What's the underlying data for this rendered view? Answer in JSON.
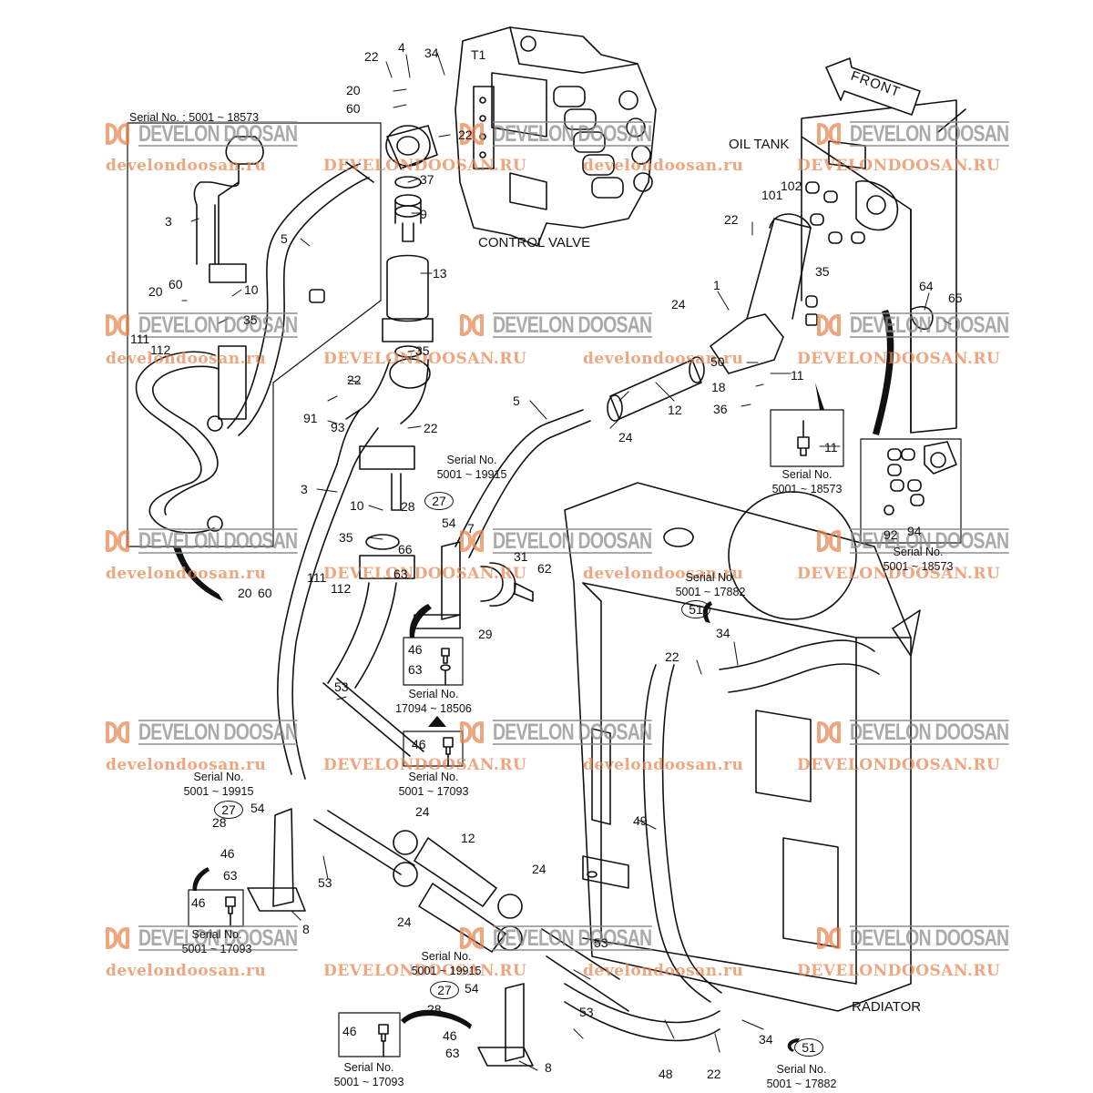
{
  "diagram": {
    "title_labels": {
      "control_valve": "CONTROL VALVE",
      "oil_tank": "OIL TANK",
      "radiator": "RADIATOR",
      "front_arrow": "FRONT",
      "t1_port": "T1"
    },
    "inset_top_left": {
      "heading": "Serial No. : 5001 ~ 18573"
    },
    "serial_notes": [
      {
        "id": "sn-center-top",
        "line1": "Serial No.",
        "line2": "5001 ~ 19915"
      },
      {
        "id": "sn-sensor-11",
        "line1": "Serial No.",
        "line2": "5001 ~ 18573"
      },
      {
        "id": "sn-tank-ports",
        "line1": "Serial No.",
        "line2": "5001 ~ 18573"
      },
      {
        "id": "sn-radiator-top",
        "line1": "Serial No.",
        "line2": "5001 ~ 17882"
      },
      {
        "id": "sn-bolt-box-a",
        "line1": "Serial No.",
        "line2": "17094 ~ 18506"
      },
      {
        "id": "sn-bolt-box-b",
        "line1": "Serial No.",
        "line2": "5001 ~ 17093"
      },
      {
        "id": "sn-left-mid",
        "line1": "Serial No.",
        "line2": "5001 ~ 19915"
      },
      {
        "id": "sn-left-box",
        "line1": "Serial No.",
        "line2": "5001 ~ 17093"
      },
      {
        "id": "sn-bottom-mid",
        "line1": "Serial No.",
        "line2": "5001 ~ 19915"
      },
      {
        "id": "sn-bottom-box",
        "line1": "Serial No.",
        "line2": "5001 ~ 17093"
      },
      {
        "id": "sn-radiator-bottom",
        "line1": "Serial No.",
        "line2": "5001 ~ 17882"
      }
    ],
    "part_callouts": [
      {
        "id": "p22a",
        "text": "22"
      },
      {
        "id": "p4",
        "text": "4"
      },
      {
        "id": "p34a",
        "text": "34"
      },
      {
        "id": "p20a",
        "text": "20"
      },
      {
        "id": "p60a",
        "text": "60"
      },
      {
        "id": "p22b",
        "text": "22"
      },
      {
        "id": "p37",
        "text": "37"
      },
      {
        "id": "p9",
        "text": "9"
      },
      {
        "id": "p13",
        "text": "13"
      },
      {
        "id": "p35a",
        "text": "35"
      },
      {
        "id": "p3a",
        "text": "3"
      },
      {
        "id": "p5a",
        "text": "5"
      },
      {
        "id": "p20b",
        "text": "20"
      },
      {
        "id": "p60b",
        "text": "60"
      },
      {
        "id": "p10a",
        "text": "10"
      },
      {
        "id": "p111a",
        "text": "111"
      },
      {
        "id": "p112a",
        "text": "112"
      },
      {
        "id": "p35b",
        "text": "35"
      },
      {
        "id": "p22c",
        "text": "22"
      },
      {
        "id": "p91",
        "text": "91"
      },
      {
        "id": "p93",
        "text": "93"
      },
      {
        "id": "p22d",
        "text": "22"
      },
      {
        "id": "p3b",
        "text": "3"
      },
      {
        "id": "p10b",
        "text": "10"
      },
      {
        "id": "p28a",
        "text": "28"
      },
      {
        "id": "p54a",
        "text": "54"
      },
      {
        "id": "p7",
        "text": "7"
      },
      {
        "id": "p35c",
        "text": "35"
      },
      {
        "id": "p66",
        "text": "66"
      },
      {
        "id": "p63a",
        "text": "63"
      },
      {
        "id": "p111b",
        "text": "111"
      },
      {
        "id": "p112b",
        "text": "112"
      },
      {
        "id": "p20c",
        "text": "20"
      },
      {
        "id": "p60c",
        "text": "60"
      },
      {
        "id": "p31",
        "text": "31"
      },
      {
        "id": "p62",
        "text": "62"
      },
      {
        "id": "p29",
        "text": "29"
      },
      {
        "id": "p46a",
        "text": "46"
      },
      {
        "id": "p63b",
        "text": "63"
      },
      {
        "id": "p46b",
        "text": "46"
      },
      {
        "id": "p53a",
        "text": "53"
      },
      {
        "id": "p5b",
        "text": "5"
      },
      {
        "id": "p24a",
        "text": "24"
      },
      {
        "id": "p12a",
        "text": "12"
      },
      {
        "id": "p24b",
        "text": "24"
      },
      {
        "id": "p1",
        "text": "1"
      },
      {
        "id": "p22e",
        "text": "22"
      },
      {
        "id": "p101",
        "text": "101"
      },
      {
        "id": "p102",
        "text": "102"
      },
      {
        "id": "p35d",
        "text": "35"
      },
      {
        "id": "p50",
        "text": "50"
      },
      {
        "id": "p18",
        "text": "18"
      },
      {
        "id": "p36",
        "text": "36"
      },
      {
        "id": "p11a",
        "text": "11"
      },
      {
        "id": "p11b",
        "text": "11"
      },
      {
        "id": "p64",
        "text": "64"
      },
      {
        "id": "p65",
        "text": "65"
      },
      {
        "id": "p92",
        "text": "92"
      },
      {
        "id": "p94",
        "text": "94"
      },
      {
        "id": "p34b",
        "text": "34"
      },
      {
        "id": "p22f",
        "text": "22"
      },
      {
        "id": "p49",
        "text": "49"
      },
      {
        "id": "p28b",
        "text": "28"
      },
      {
        "id": "p54b",
        "text": "54"
      },
      {
        "id": "p46c",
        "text": "46"
      },
      {
        "id": "p63c",
        "text": "63"
      },
      {
        "id": "p53b",
        "text": "53"
      },
      {
        "id": "p8a",
        "text": "8"
      },
      {
        "id": "p46d",
        "text": "46"
      },
      {
        "id": "p24c",
        "text": "24"
      },
      {
        "id": "p12b",
        "text": "12"
      },
      {
        "id": "p24d",
        "text": "24"
      },
      {
        "id": "p53c",
        "text": "53"
      },
      {
        "id": "p24e",
        "text": "24"
      },
      {
        "id": "p28c",
        "text": "28"
      },
      {
        "id": "p54c",
        "text": "54"
      },
      {
        "id": "p46e",
        "text": "46"
      },
      {
        "id": "p63d",
        "text": "63"
      },
      {
        "id": "p8b",
        "text": "8"
      },
      {
        "id": "p46f",
        "text": "46"
      },
      {
        "id": "p53d",
        "text": "53"
      },
      {
        "id": "p48",
        "text": "48"
      },
      {
        "id": "p22g",
        "text": "22"
      },
      {
        "id": "p34c",
        "text": "34"
      }
    ],
    "circled_callouts": [
      {
        "id": "c27a",
        "text": "27"
      },
      {
        "id": "c51a",
        "text": "51"
      },
      {
        "id": "c27b",
        "text": "27"
      },
      {
        "id": "c27c",
        "text": "27"
      },
      {
        "id": "c51b",
        "text": "51"
      }
    ]
  },
  "watermarks": {
    "brand": "DEVELON DOOSAN",
    "url_lower": "develondoosan.ru",
    "url_upper": "DEVELONDOOSAN.RU",
    "brand_color": "#e8844f",
    "text_color": "#8a8a8a"
  }
}
